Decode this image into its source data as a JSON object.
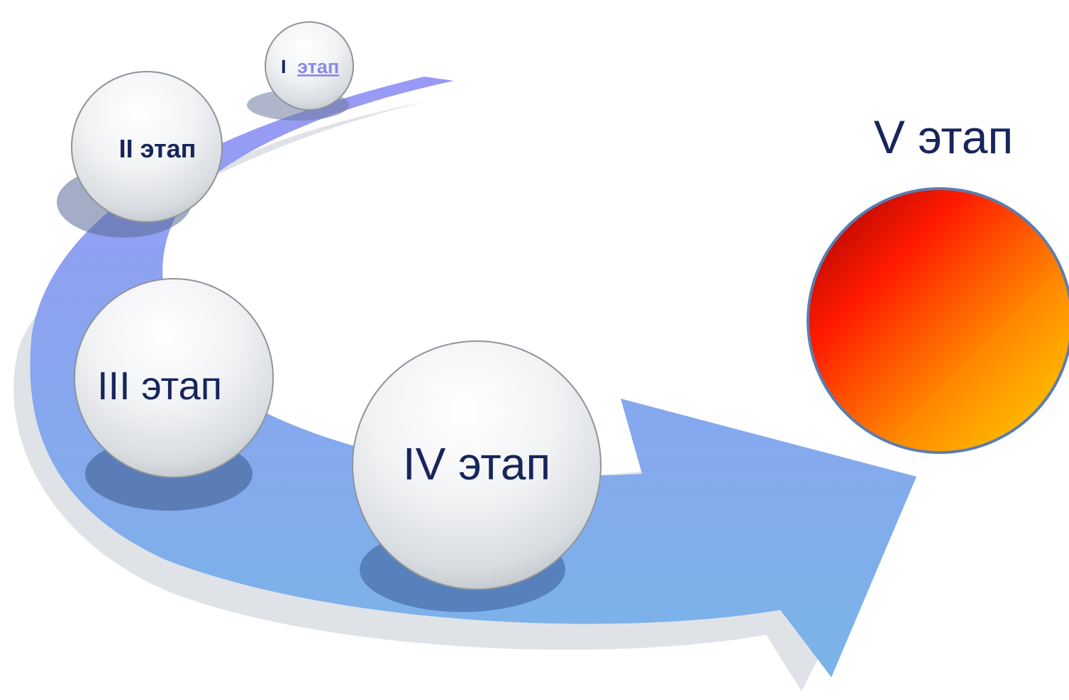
{
  "stages": [
    {
      "id": "stage-1",
      "prefix": "I",
      "word": "этап",
      "word_is_link": true
    },
    {
      "id": "stage-2",
      "label": "II этап"
    },
    {
      "id": "stage-3",
      "label": "III этап"
    },
    {
      "id": "stage-4",
      "label": "IV этап"
    },
    {
      "id": "stage-5",
      "label": "V этап"
    }
  ],
  "colors": {
    "arrow_top": "#9999f5",
    "arrow_bottom": "#7ab4e8",
    "arrow_shadow": "#dfe3e8",
    "stage_text": "#17255a",
    "link_text": "#8a8ae6",
    "target_dark": "#b00000",
    "target_red": "#ff1a00",
    "target_orange": "#ff8a00",
    "target_yellow": "#ffd000",
    "target_border": "#5a7db0"
  }
}
